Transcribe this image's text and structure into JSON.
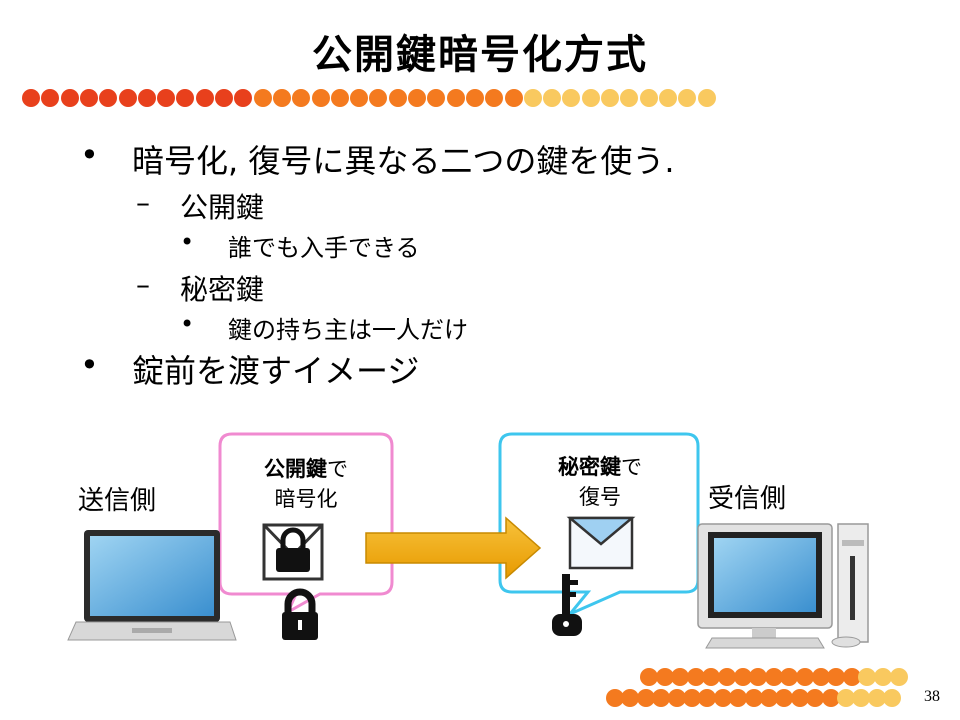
{
  "slide": {
    "title": "公開鍵暗号化方式",
    "page_number": "38"
  },
  "bullets": [
    {
      "text": "暗号化, 復号に異なる二つの鍵を使う."
    },
    {
      "text": "公開鍵"
    },
    {
      "text": "誰でも入手できる"
    },
    {
      "text": "秘密鍵"
    },
    {
      "text": "鍵の持ち主は一人だけ"
    },
    {
      "text": "錠前を渡すイメージ"
    }
  ],
  "diagram": {
    "sender_label": "送信側",
    "receiver_label": "受信側",
    "left_bubble": {
      "bold": "公開鍵",
      "rest": "で",
      "line2": "暗号化"
    },
    "right_bubble": {
      "bold": "秘密鍵",
      "rest": "で",
      "line2": "復号"
    }
  },
  "colors": {
    "dot_red": "#e8401c",
    "dot_orange": "#f47a1f",
    "dot_yellow": "#f9c95f",
    "left_bubble_border": "#f08ad0",
    "right_bubble_border": "#3ec6ee",
    "arrow": "#f0a800"
  },
  "icons": [
    "laptop-icon",
    "locked-envelope-icon",
    "padlock-icon",
    "arrow-icon",
    "envelope-icon",
    "key-icon",
    "desktop-computer-icon"
  ]
}
